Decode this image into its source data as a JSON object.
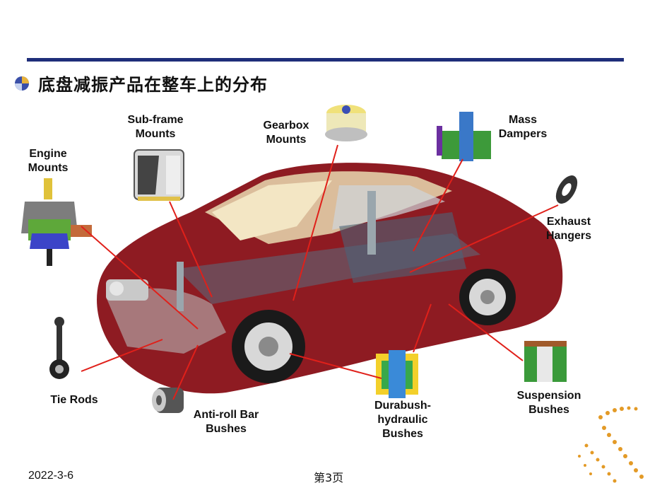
{
  "title": "底盘减振产品在整车上的分布",
  "labels": {
    "engine_mounts": "Engine\nMounts",
    "subframe_mounts": "Sub-frame\nMounts",
    "gearbox_mounts": "Gearbox\nMounts",
    "mass_dampers": "Mass\nDampers",
    "exhaust_hangers": "Exhaust\nHangers",
    "tie_rods": "Tie Rods",
    "antiroll_bar_bushes": "Anti-roll Bar\nBushes",
    "durabush_hydraulic_bushes": "Durabush-\nhydraulic\nBushes",
    "suspension_bushes": "Suspension\nBushes"
  },
  "footer": {
    "date": "2022-3-6",
    "page": "第3页"
  },
  "colors": {
    "rule": "#1f2e7a",
    "car_body": "#8e1b22",
    "pointer": "#e0201a"
  }
}
